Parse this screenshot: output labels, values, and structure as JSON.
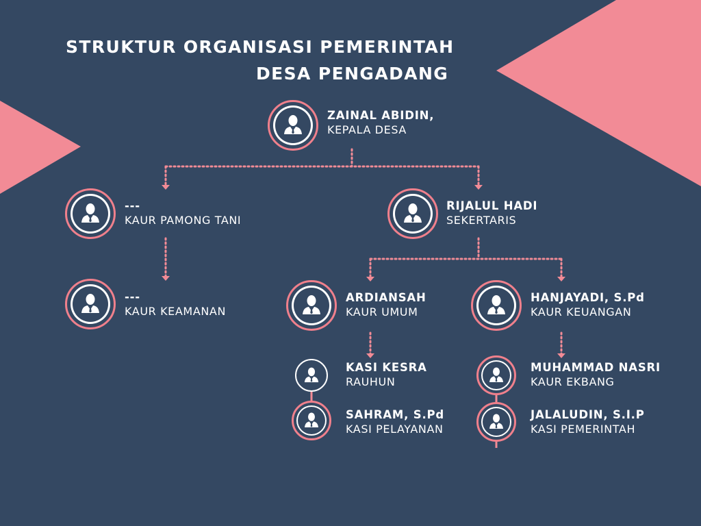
{
  "title": {
    "line1": "STRUKTUR ORGANISASI PEMERINTAH",
    "line2": "DESA PENGADANG"
  },
  "colors": {
    "background": "#344862",
    "accent": "#f28b96",
    "text": "#ffffff"
  },
  "nodes": {
    "kepala_desa": {
      "name": "ZAINAL ABIDIN,",
      "role": "KEPALA DESA",
      "icon": "person-avatar-icon"
    },
    "kaur_pamong_tani": {
      "name": "---",
      "role": "KAUR PAMONG TANI",
      "icon": "person-avatar-icon"
    },
    "kaur_keamanan": {
      "name": "---",
      "role": "KAUR KEAMANAN",
      "icon": "person-avatar-icon"
    },
    "sekertaris": {
      "name": "RIJALUL HADI",
      "role": "SEKERTARIS",
      "icon": "person-avatar-icon"
    },
    "kaur_umum": {
      "name": "ARDIANSAH",
      "role": "KAUR UMUM",
      "icon": "person-avatar-icon"
    },
    "kaur_keuangan": {
      "name": "HANJAYADI, S.Pd",
      "role": "KAUR KEUANGAN",
      "icon": "person-avatar-icon"
    },
    "kasi_kesra": {
      "name": "KASI KESRA",
      "role": "RAUHUN",
      "icon": "person-avatar-icon"
    },
    "kasi_pelayanan": {
      "name": "SAHRAM, S.Pd",
      "role": "KASI PELAYANAN",
      "icon": "person-avatar-icon"
    },
    "kaur_ekbang": {
      "name": "MUHAMMAD NASRI",
      "role": "KAUR EKBANG",
      "icon": "person-avatar-icon"
    },
    "kasi_pemerintah": {
      "name": "JALALUDIN, S.I.P",
      "role": "KASI PEMERINTAH",
      "icon": "person-avatar-icon"
    }
  }
}
